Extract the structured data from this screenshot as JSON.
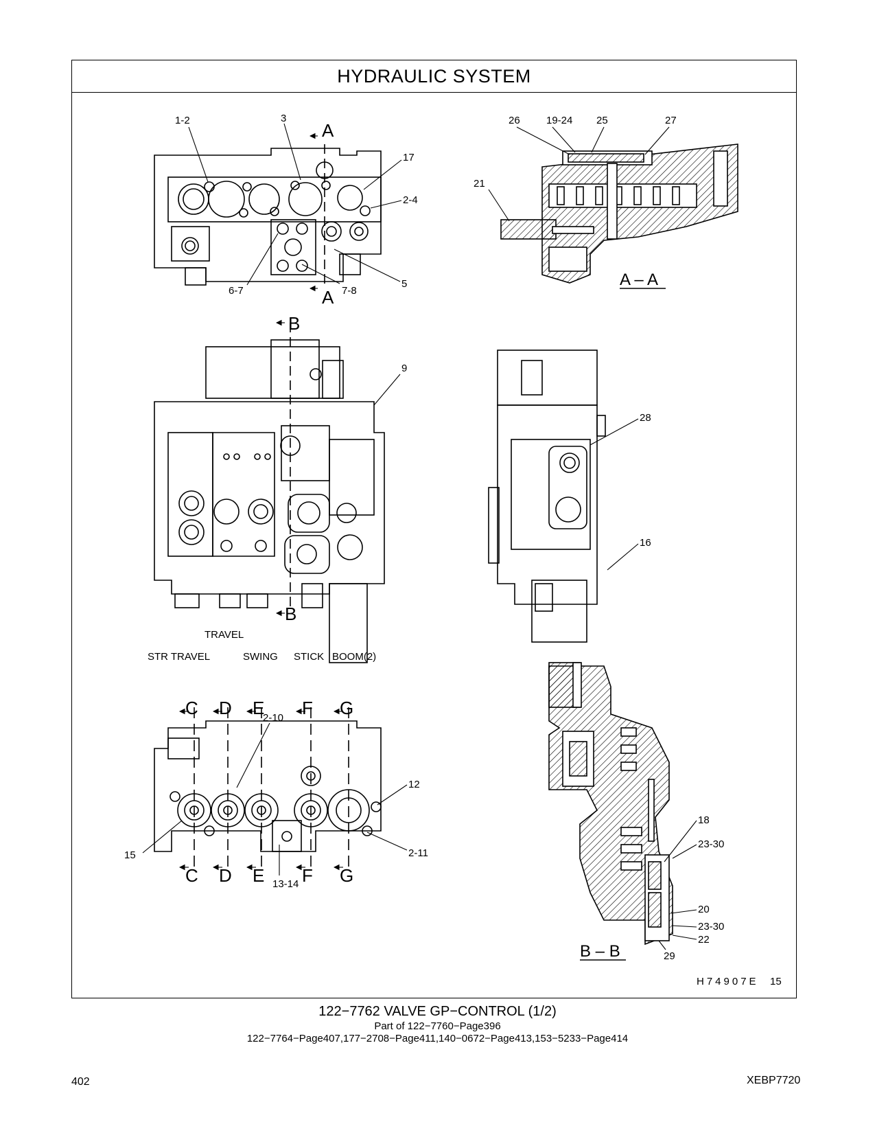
{
  "title": "HYDRAULIC   SYSTEM",
  "top_left_view": {
    "callouts": [
      "1-2",
      "3",
      "17",
      "2-4",
      "5",
      "6-7",
      "7-8"
    ],
    "section_letters": [
      "A",
      "A"
    ]
  },
  "section_aa": {
    "label": "A – A",
    "callouts": [
      "26",
      "19-24",
      "25",
      "27",
      "21"
    ]
  },
  "middle_view": {
    "callouts": [
      "9"
    ],
    "section_letters": [
      "B",
      "B"
    ],
    "function_labels": {
      "travel": "TRAVEL",
      "str_travel": "STR TRAVEL",
      "swing": "SWING",
      "stick": "STICK",
      "boom": "BOOM(2)"
    }
  },
  "side_view": {
    "callouts": [
      "28",
      "16"
    ]
  },
  "bottom_view": {
    "section_letters_top": [
      "C",
      "D",
      "E",
      "F",
      "G"
    ],
    "section_letters_bottom": [
      "C",
      "D",
      "E",
      "F",
      "G"
    ],
    "callouts": [
      "2-10",
      "12",
      "15",
      "2-11",
      "13-14"
    ]
  },
  "section_bb": {
    "label": "B – B",
    "callouts": [
      "18",
      "23-30",
      "20",
      "23-30",
      "22",
      "29"
    ]
  },
  "figure_id": "H74907E",
  "figure_num": "15",
  "caption": {
    "title": "122−7762   VALVE  GP−CONTROL (1/2)",
    "sub1": "Part of 122−7760−Page396",
    "sub2": "122−7764−Page407,177−2708−Page411,140−0672−Page413,153−5233−Page414"
  },
  "page_number": "402",
  "doc_code": "XEBP7720"
}
